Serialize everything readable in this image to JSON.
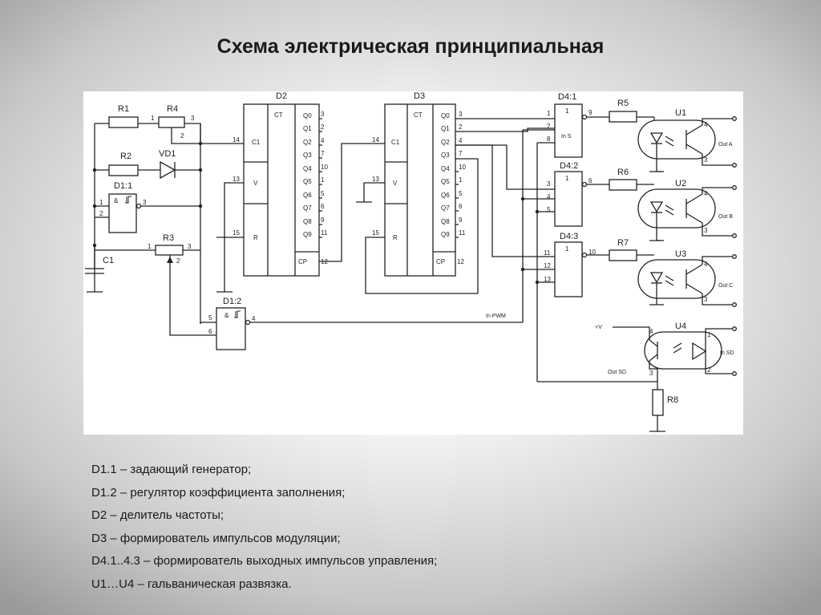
{
  "title": "Схема электрическая принципиальная",
  "diagram": {
    "labels": {
      "r1": "R1",
      "r4": "R4",
      "r2": "R2",
      "vd1": "VD1",
      "d1_1": "D1:1",
      "c1": "C1",
      "r3": "R3",
      "d1_2": "D1:2",
      "d2": "D2",
      "d3": "D3",
      "d4_1": "D4:1",
      "d4_2": "D4:2",
      "d4_3": "D4:3",
      "r5": "R5",
      "r6": "R6",
      "r7": "R7",
      "r8": "R8",
      "u1": "U1",
      "u2": "U2",
      "u3": "U3",
      "u4": "U4",
      "ct": "CT",
      "c1_in": "C1",
      "v_in": "V",
      "r_in": "R",
      "cp": "CP",
      "and": "&",
      "out_a": "Out A",
      "out_b": "Out B",
      "out_c": "Out C",
      "in_sd": "In SD",
      "out_sd": "Out SD",
      "in_pwm": "In PWM",
      "in_s": "In S",
      "vplus": "+V",
      "q0": "Q0",
      "q1": "Q1",
      "q2": "Q2",
      "q3": "Q3",
      "q4": "Q4",
      "q5": "Q5",
      "q6": "Q6",
      "q7": "Q7",
      "q8": "Q8",
      "q9": "Q9",
      "one": "1"
    },
    "pins": {
      "p1": "1",
      "p2": "2",
      "p3": "3",
      "p4": "4",
      "p5": "5",
      "p6": "6",
      "p7": "7",
      "p8": "8",
      "p9": "9",
      "p10": "10",
      "p11": "11",
      "p12": "12",
      "p13": "13",
      "p14": "14",
      "p15": "15"
    }
  },
  "legend": [
    "D1.1 – задающий генератор;",
    "D1.2 – регулятор коэффициента заполнения;",
    "D2 – делитель частоты;",
    "D3 – формирователь импульсов модуляции;",
    "D4.1..4.3 – формирователь выходных импульсов управления;",
    "U1…U4 – гальваническая развязка."
  ]
}
